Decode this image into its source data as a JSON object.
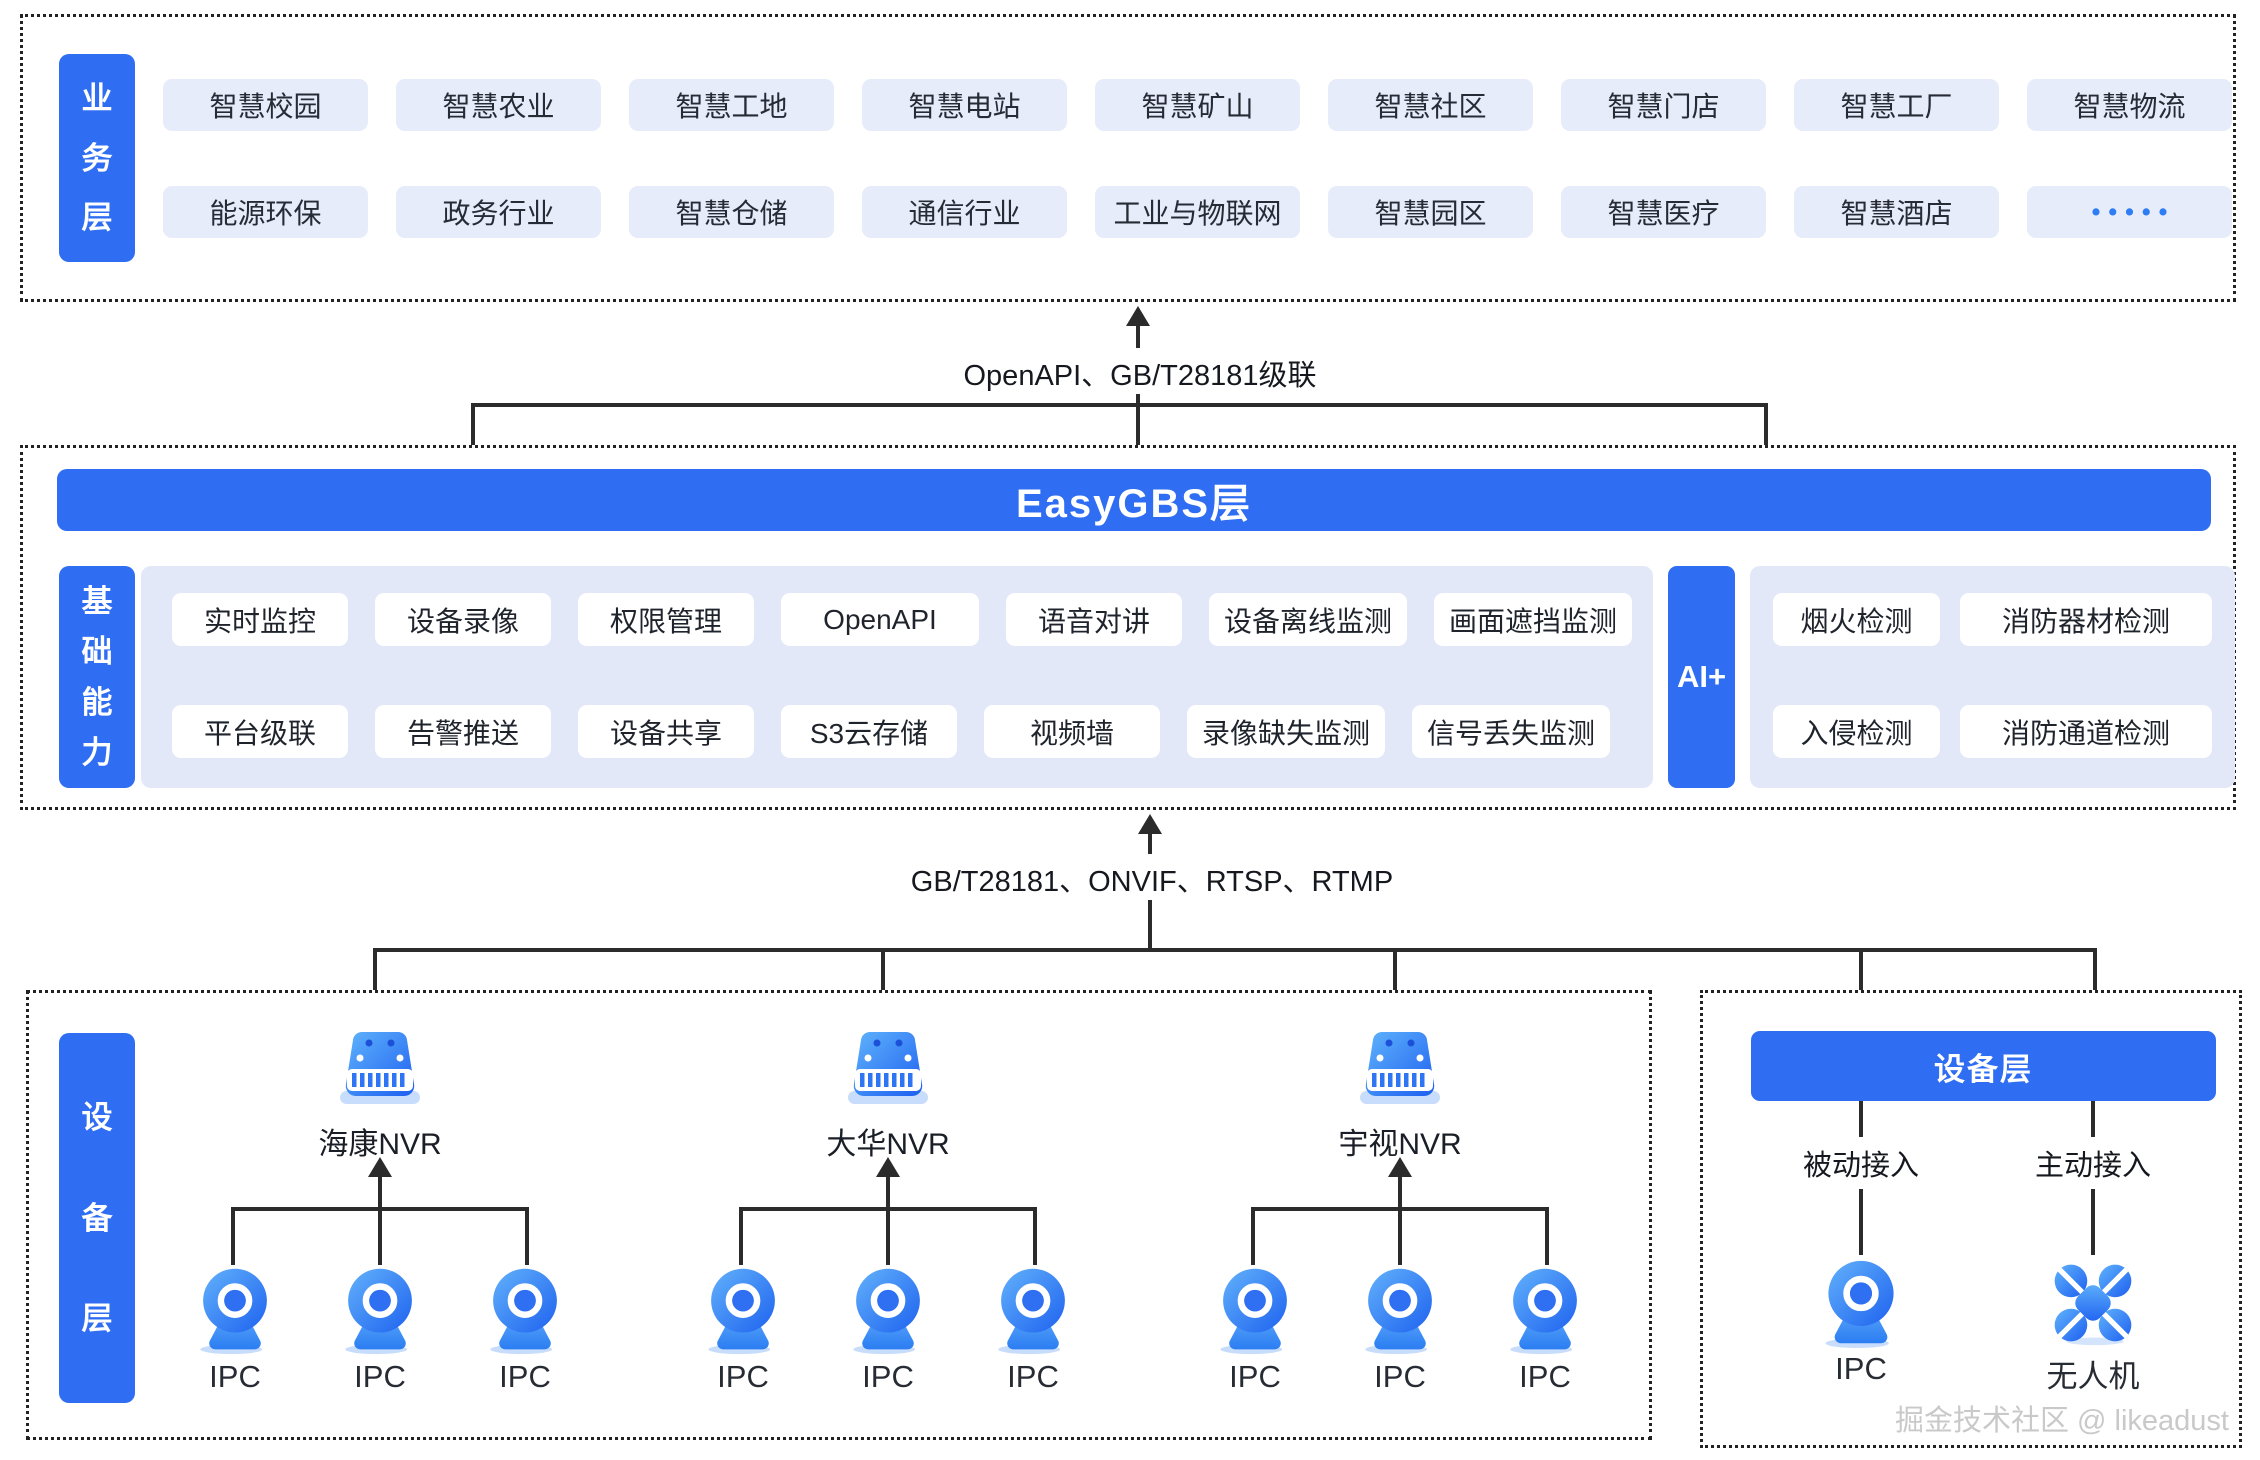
{
  "business_layer": {
    "label": "业务层",
    "row1": [
      "智慧校园",
      "智慧农业",
      "智慧工地",
      "智慧电站",
      "智慧矿山",
      "智慧社区",
      "智慧门店",
      "智慧工厂",
      "智慧物流"
    ],
    "row2": [
      "能源环保",
      "政务行业",
      "智慧仓储",
      "通信行业",
      "工业与物联网",
      "智慧园区",
      "智慧医疗",
      "智慧酒店",
      "•••••"
    ]
  },
  "connector_top": {
    "label": "OpenAPI、GB/T28181级联"
  },
  "easygbs_layer": {
    "title": "EasyGBS层"
  },
  "capabilities": {
    "label": "基础能力",
    "row1": [
      "实时监控",
      "设备录像",
      "权限管理",
      "OpenAPI",
      "语音对讲",
      "设备离线监测",
      "画面遮挡监测"
    ],
    "row2": [
      "平台级联",
      "告警推送",
      "设备共享",
      "S3云存储",
      "视频墙",
      "录像缺失监测",
      "信号丢失监测"
    ]
  },
  "ai_plus": {
    "label": "AI+",
    "row1": [
      "烟火检测",
      "消防器材检测"
    ],
    "row2": [
      "入侵检测",
      "消防通道检测"
    ]
  },
  "connector_bottom": {
    "label": "GB/T28181、ONVIF、RTSP、RTMP"
  },
  "device_layer": {
    "label": "设备层",
    "nvr_groups": [
      {
        "name": "海康NVR",
        "cameras": [
          "IPC",
          "IPC",
          "IPC"
        ]
      },
      {
        "name": "大华NVR",
        "cameras": [
          "IPC",
          "IPC",
          "IPC"
        ]
      },
      {
        "name": "宇视NVR",
        "cameras": [
          "IPC",
          "IPC",
          "IPC"
        ]
      }
    ]
  },
  "access_panel": {
    "title": "设备层",
    "modes": [
      {
        "label": "被动接入",
        "device": "IPC",
        "icon": "ipc-camera-icon"
      },
      {
        "label": "主动接入",
        "device": "无人机",
        "icon": "drone-icon"
      }
    ]
  },
  "watermark": "掘金技术社区 @ likeadust",
  "colors": {
    "primary_blue": "#2F6DF2",
    "business_box_fill": "#E7ECFA",
    "panel_fill": "#E2E8F7",
    "connector_line": "#2B2B2B",
    "dots_blue": "#2E7DF5",
    "watermark_gray": "#C9C9C9"
  }
}
